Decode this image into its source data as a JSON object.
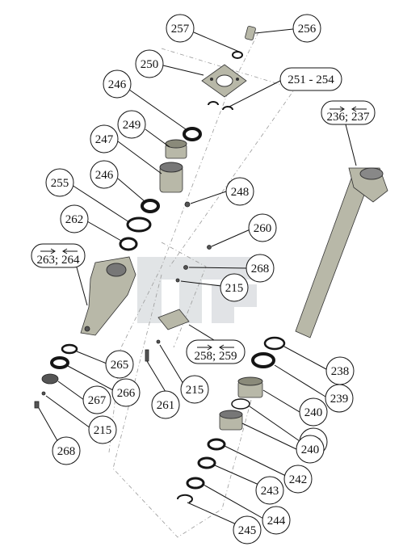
{
  "callouts": [
    {
      "id": "c257",
      "label": "257"
    },
    {
      "id": "c256",
      "label": "256"
    },
    {
      "id": "c250",
      "label": "250"
    },
    {
      "id": "c251",
      "label": "251 - 254"
    },
    {
      "id": "c246a",
      "label": "246"
    },
    {
      "id": "c249",
      "label": "249"
    },
    {
      "id": "c247",
      "label": "247"
    },
    {
      "id": "c246b",
      "label": "246"
    },
    {
      "id": "c248",
      "label": "248"
    },
    {
      "id": "c255",
      "label": "255"
    },
    {
      "id": "c262",
      "label": "262"
    },
    {
      "id": "c260",
      "label": "260"
    },
    {
      "id": "c268a",
      "label": "268"
    },
    {
      "id": "c215a",
      "label": "215"
    },
    {
      "id": "c265",
      "label": "265"
    },
    {
      "id": "c266",
      "label": "266"
    },
    {
      "id": "c267",
      "label": "267"
    },
    {
      "id": "c215b",
      "label": "215"
    },
    {
      "id": "c268b",
      "label": "268"
    },
    {
      "id": "c261",
      "label": "261"
    },
    {
      "id": "c215c",
      "label": "215"
    },
    {
      "id": "c238",
      "label": "238"
    },
    {
      "id": "c239",
      "label": "239"
    },
    {
      "id": "c240a",
      "label": "240"
    },
    {
      "id": "c241",
      "label": "241"
    },
    {
      "id": "c240b",
      "label": "240"
    },
    {
      "id": "c242",
      "label": "242"
    },
    {
      "id": "c243",
      "label": "243"
    },
    {
      "id": "c244",
      "label": "244"
    },
    {
      "id": "c245",
      "label": "245"
    }
  ],
  "boxes": [
    {
      "id": "b236",
      "label": "236; 237"
    },
    {
      "id": "b263",
      "label": "263; 264"
    },
    {
      "id": "b258",
      "label": "258; 259"
    }
  ],
  "colors": {
    "ink": "#111111",
    "watermark": "#c9cdd2",
    "metal": "#b8b8a8"
  },
  "watermark_icon": "logo-watermark"
}
